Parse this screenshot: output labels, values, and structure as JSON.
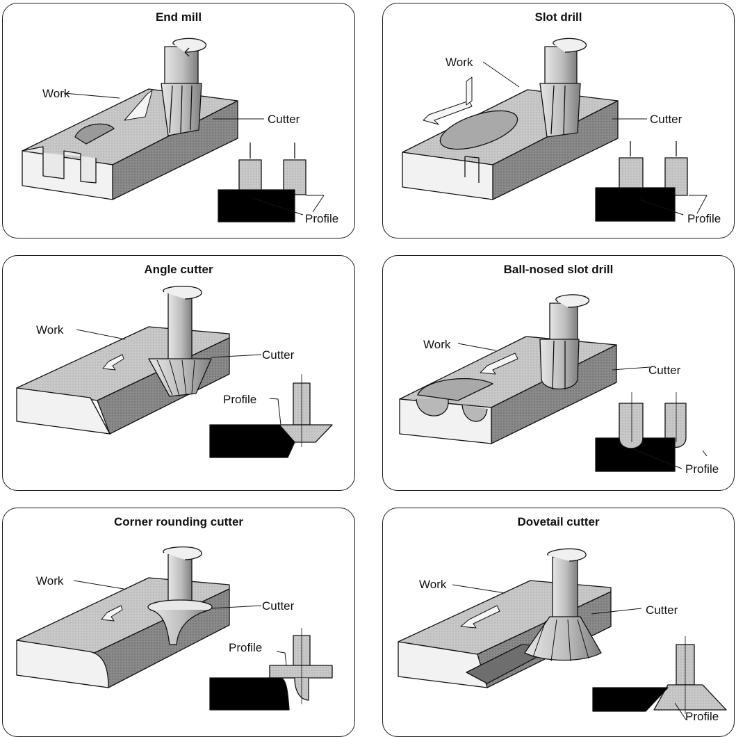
{
  "panels": [
    {
      "title": "End mill",
      "work": "Work",
      "cutter": "Cutter",
      "profile": "Profile"
    },
    {
      "title": "Slot drill",
      "work": "Work",
      "cutter": "Cutter",
      "profile": "Profile"
    },
    {
      "title": "Angle cutter",
      "work": "Work",
      "cutter": "Cutter",
      "profile": "Profile"
    },
    {
      "title": "Ball-nosed slot drill",
      "work": "Work",
      "cutter": "Cutter",
      "profile": "Profile"
    },
    {
      "title": "Corner rounding cutter",
      "work": "Work",
      "cutter": "Cutter",
      "profile": "Profile"
    },
    {
      "title": "Dovetail cutter",
      "work": "Work",
      "cutter": "Cutter",
      "profile": "Profile"
    }
  ],
  "colors": {
    "block_top": "#c9c9c9",
    "block_side": "#8e8e8e",
    "block_front": "#f2f2f2",
    "cutter": "#b5b5b5",
    "profile_block": "#000000",
    "line": "#111111"
  }
}
